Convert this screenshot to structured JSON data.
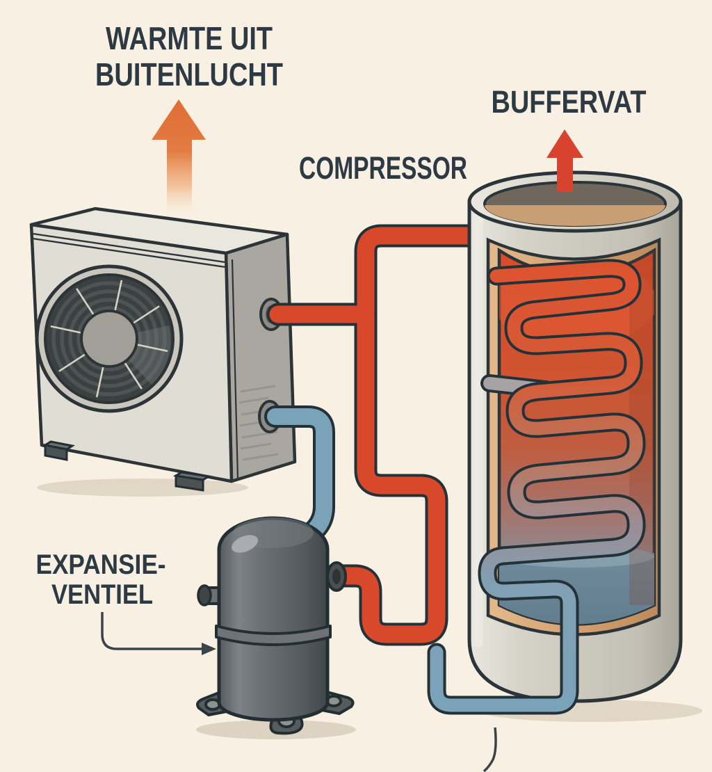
{
  "labels": {
    "heat_source_line1": "WARMTE UIT",
    "heat_source_line2": "BUITENLUCHT",
    "compressor": "COMPRESSOR",
    "buffer_tank": "BUFFERVAT",
    "expansion_valve_line1": "EXPANSIE-",
    "expansion_valve_line2": "VENTIEL"
  },
  "colors": {
    "background": "#f8f1e3",
    "label_text": "#2d3a43",
    "hot_pipe": "#d8492c",
    "cold_pipe": "#7aa3ba",
    "pipe_outline": "#243238",
    "heat_arrow_orange": "#e0713a",
    "buffer_arrow_red": "#d8432f",
    "leader_line": "#3a4348",
    "unit_front": "#e0ddd4",
    "unit_side": "#a9a7a0",
    "unit_top": "#eae7de",
    "tank_shell": "#d5d2c8",
    "tank_wall_tan": "#d3a272",
    "tank_interior_hot": "#d94d2b",
    "tank_interior_cold": "#6d8b9c",
    "compressor_body": "#5f6568"
  },
  "icons": {
    "heat_out_arrow": "up-arrow",
    "buffer_arrow": "up-arrow",
    "expansion_leader": "elbow-arrow-right"
  }
}
